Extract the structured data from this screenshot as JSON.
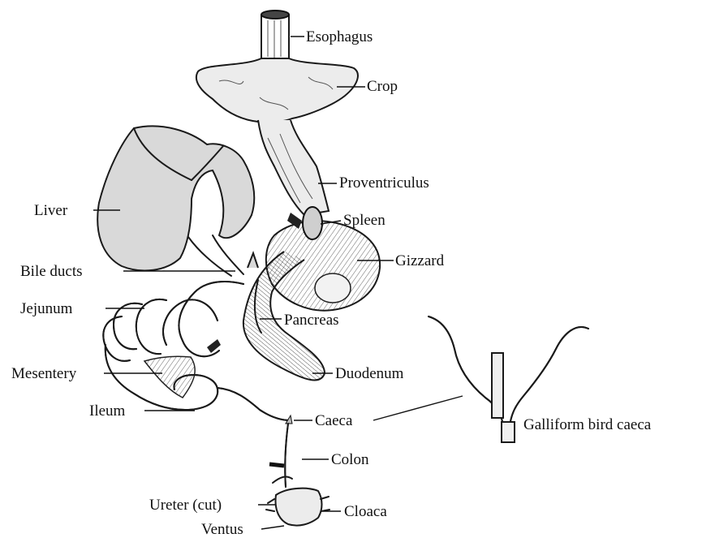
{
  "labels": {
    "esophagus": "Esophagus",
    "crop": "Crop",
    "proventriculus": "Proventriculus",
    "liver": "Liver",
    "spleen": "Spleen",
    "gizzard": "Gizzard",
    "bile_ducts": "Bile ducts",
    "jejunum": "Jejunum",
    "pancreas": "Pancreas",
    "mesentery": "Mesentery",
    "duodenum": "Duodenum",
    "ileum": "Ileum",
    "caeca": "Caeca",
    "galliform_caeca": "Galliform bird caeca",
    "colon": "Colon",
    "ureter": "Ureter (cut)",
    "cloaca": "Cloaca",
    "ventus": "Ventus"
  }
}
